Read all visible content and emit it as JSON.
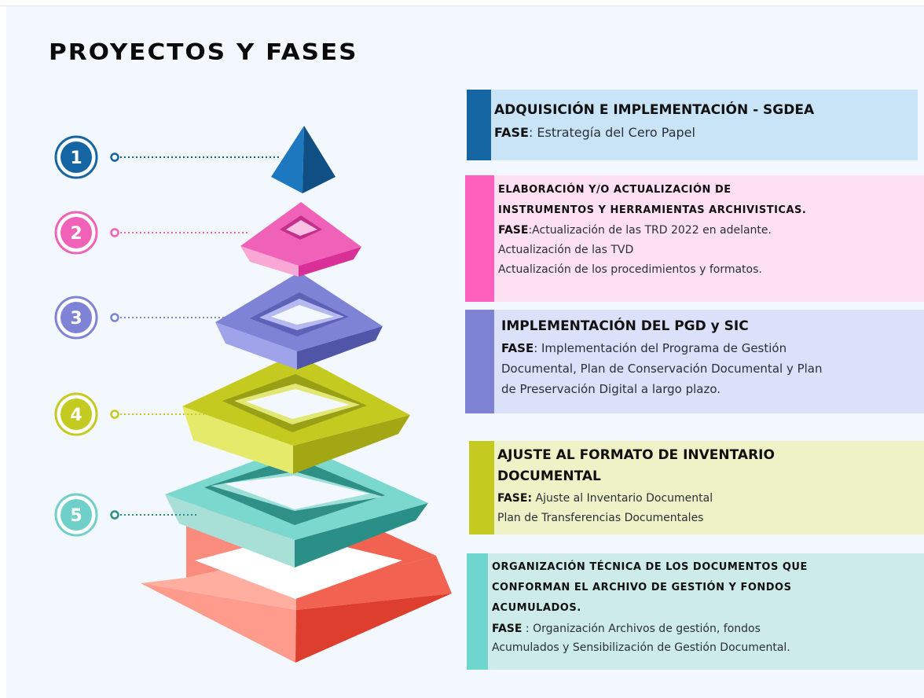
{
  "title": "PROYECTOS Y FASES",
  "colors": {
    "blue": "#1565a3",
    "pink": "#f061b8",
    "purple": "#7f83d6",
    "olive": "#c5ca21",
    "teal": "#6fd0c9",
    "red": "#f26250",
    "background": "#f3f8fe"
  },
  "steps": [
    {
      "number": "1",
      "color": "#1565a3"
    },
    {
      "number": "2",
      "color": "#f061b8"
    },
    {
      "number": "3",
      "color": "#7f83d6"
    },
    {
      "number": "4",
      "color": "#c5ca21"
    },
    {
      "number": "5",
      "color": "#6fd0c9"
    }
  ],
  "cards": [
    {
      "heading": "ADQUISICIÓN E IMPLEMENTACIÓN - SGDEA",
      "phase_label": "FASE",
      "phase_text": ": Estrategía del Cero Papel"
    },
    {
      "heading_line1": "ELABORACIÓN Y/O ACTUALIZACIÓN DE",
      "heading_line2": "INSTRUMENTOS Y HERRAMIENTAS ARCHIVISTICAS.",
      "phase_label": "FASE",
      "phase_text": ":Actualización de las TRD 2022 en adelante.",
      "line2": "Actualización de las TVD",
      "line3": "Actualización de los procedimientos y formatos."
    },
    {
      "heading": "IMPLEMENTACIÓN DEL PGD y SIC",
      "phase_label": "FASE",
      "phase_text": ": Implementación del Programa de Gestión",
      "line2": "Documental, Plan de Conservación Documental y Plan",
      "line3": "de Preservación Digital a largo plazo."
    },
    {
      "heading_line1": "AJUSTE AL FORMATO DE INVENTARIO",
      "heading_line2": "DOCUMENTAL",
      "phase_label": "FASE:",
      "phase_text": " Ajuste al Inventario Documental",
      "line2": "Plan de Transferencias Documentales"
    },
    {
      "heading_line1": "ORGANIZACIÓN TÉCNICA DE LOS DOCUMENTOS QUE",
      "heading_line2": "CONFORMAN EL ARCHIVO DE GESTIÓN Y FONDOS",
      "heading_line3": "ACUMULADOS.",
      "phase_label": "FASE",
      "phase_text": " : Organización Archivos de gestión, fondos",
      "line2": "Acumulados y Sensibilización de Gestión Documental."
    }
  ]
}
